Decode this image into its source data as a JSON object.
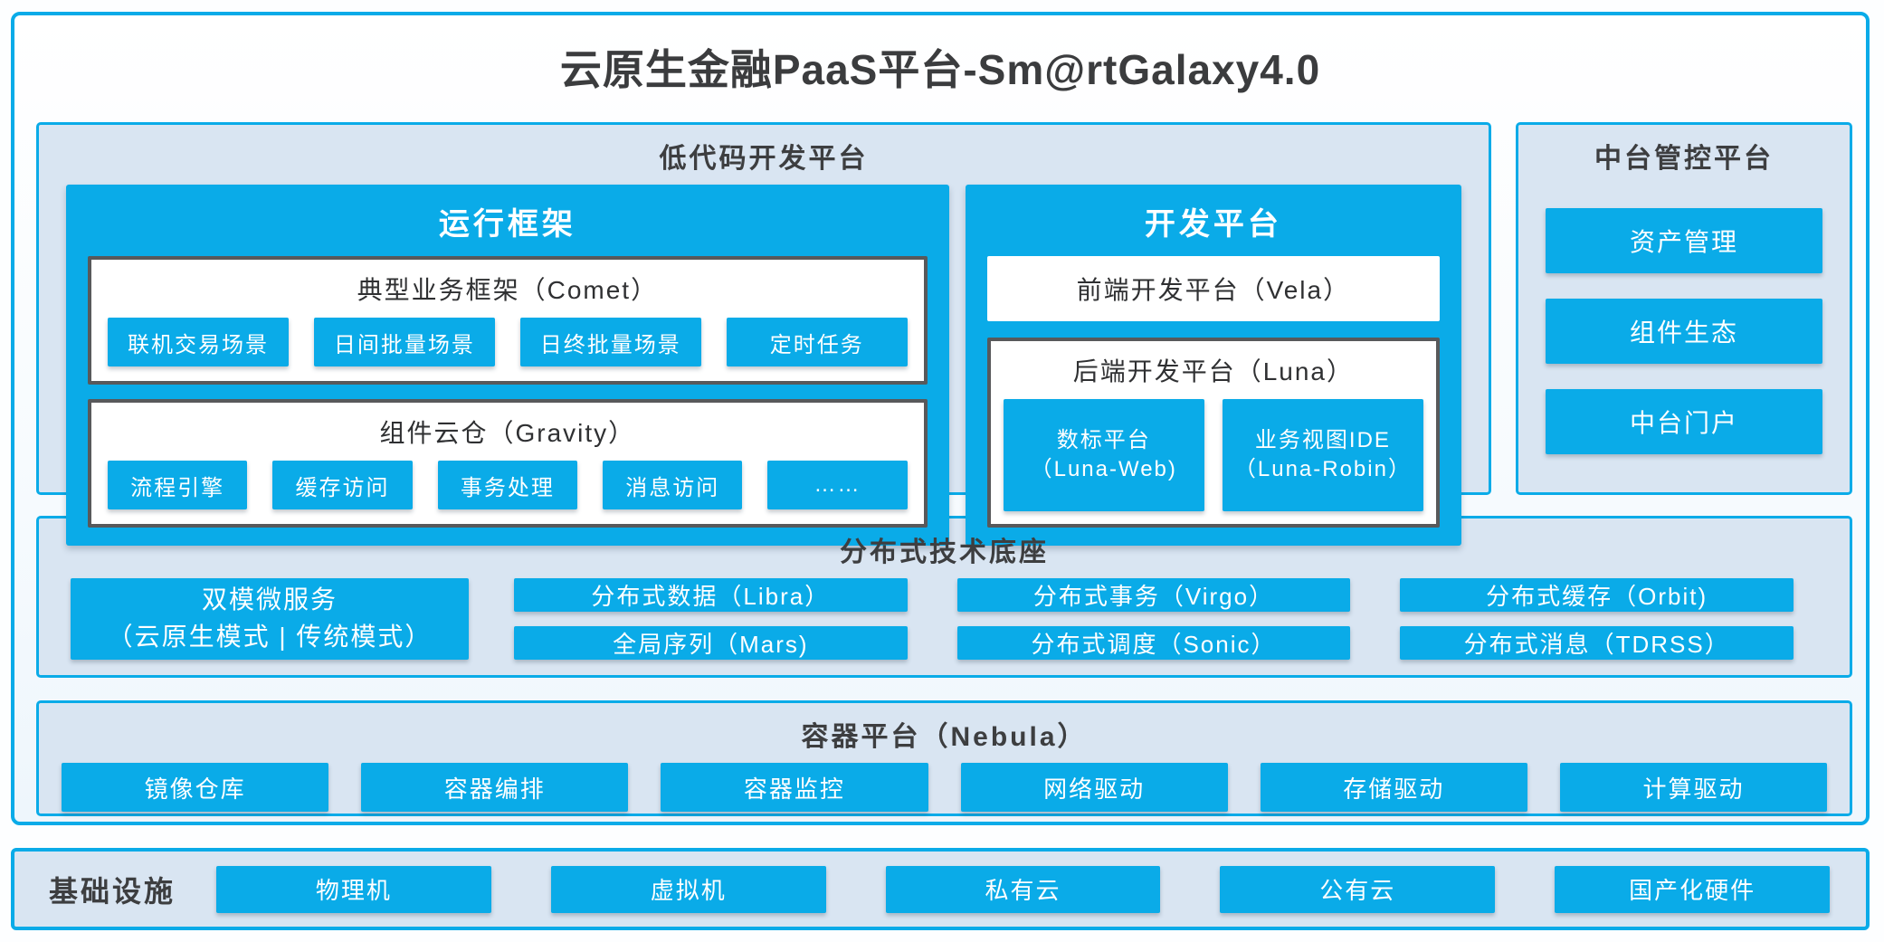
{
  "title": "云原生金融PaaS平台-Sm@rtGalaxy4.0",
  "colors": {
    "accent_blue": "#0aabe8",
    "panel_background": "#d9e5f2",
    "dark_text": "#3d3e40",
    "inner_box_border": "#58595b",
    "box_text": "#ffffff"
  },
  "lowcode": {
    "header": "低代码开发平台",
    "runtime": {
      "title": "运行框架",
      "comet": {
        "title": "典型业务框架（Comet）",
        "items": [
          "联机交易场景",
          "日间批量场景",
          "日终批量场景",
          "定时任务"
        ]
      },
      "gravity": {
        "title": "组件云仓（Gravity）",
        "items": [
          "流程引擎",
          "缓存访问",
          "事务处理",
          "消息访问",
          "……"
        ]
      }
    },
    "dev": {
      "title": "开发平台",
      "vela": "前端开发平台（Vela）",
      "luna": {
        "title": "后端开发平台（Luna）",
        "items": [
          {
            "line1": "数标平台",
            "line2": "（Luna-Web)"
          },
          {
            "line1": "业务视图IDE",
            "line2": "（Luna-Robin）"
          }
        ]
      }
    }
  },
  "midplatform": {
    "header": "中台管控平台",
    "items": [
      "资产管理",
      "组件生态",
      "中台门户"
    ]
  },
  "distributed": {
    "header": "分布式技术底座",
    "dual_mode": {
      "line1": "双模微服务",
      "line2": "（云原生模式 | 传统模式）"
    },
    "row1": [
      "分布式数据（Libra）",
      "分布式事务（Virgo）",
      "分布式缓存（Orbit)"
    ],
    "row2": [
      "全局序列（Mars)",
      "分布式调度（Sonic）",
      "分布式消息（TDRSS）"
    ]
  },
  "container_platform": {
    "header": "容器平台（Nebula）",
    "items": [
      "镜像仓库",
      "容器编排",
      "容器监控",
      "网络驱动",
      "存储驱动",
      "计算驱动"
    ]
  },
  "infrastructure": {
    "label": "基础设施",
    "items": [
      "物理机",
      "虚拟机",
      "私有云",
      "公有云",
      "国产化硬件"
    ]
  }
}
